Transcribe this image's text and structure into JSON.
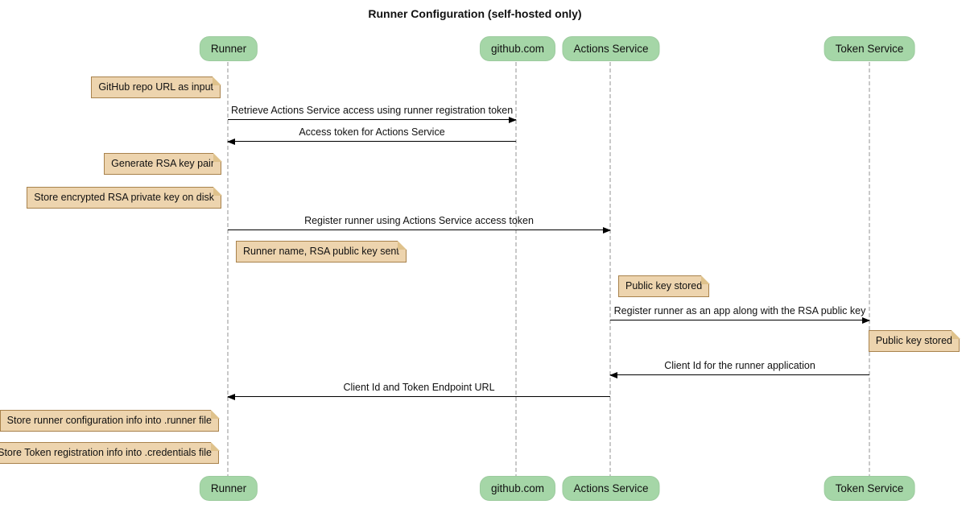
{
  "title": "Runner Configuration (self-hosted only)",
  "participants": [
    {
      "label": "Runner"
    },
    {
      "label": "github.com"
    },
    {
      "label": "Actions Service"
    },
    {
      "label": "Token Service"
    }
  ],
  "messages": [
    {
      "from": "Runner",
      "to": "github.com",
      "text": "Retrieve Actions Service access using runner registration token"
    },
    {
      "from": "github.com",
      "to": "Runner",
      "text": "Access token for Actions Service"
    },
    {
      "from": "Runner",
      "to": "Actions Service",
      "text": "Register runner using Actions Service access token"
    },
    {
      "from": "Actions Service",
      "to": "Token Service",
      "text": "Register runner as an app along with the RSA public key"
    },
    {
      "from": "Token Service",
      "to": "Actions Service",
      "text": "Client Id for the runner application"
    },
    {
      "from": "Actions Service",
      "to": "Runner",
      "text": "Client Id and Token Endpoint URL"
    }
  ],
  "notes": [
    {
      "anchor": "Runner",
      "text": "GitHub repo URL as input"
    },
    {
      "anchor": "Runner",
      "text": "Generate RSA key pair"
    },
    {
      "anchor": "Runner",
      "text": "Store encrypted RSA private key on disk"
    },
    {
      "anchor": "Runner",
      "text": "Runner name, RSA public key sent"
    },
    {
      "anchor": "Actions Service",
      "text": "Public key stored"
    },
    {
      "anchor": "Token Service",
      "text": "Public key stored"
    },
    {
      "anchor": "Runner",
      "text": "Store runner configuration info into .runner file"
    },
    {
      "anchor": "Runner",
      "text": "Store Token registration info into .credentials file"
    }
  ],
  "colors": {
    "participant_fill": "#A5D6A7",
    "note_fill": "#EDD4AE",
    "note_border": "#A8824C",
    "lifeline": "#C9C9C9",
    "arrow": "#000000",
    "background": "#FFFFFF"
  }
}
